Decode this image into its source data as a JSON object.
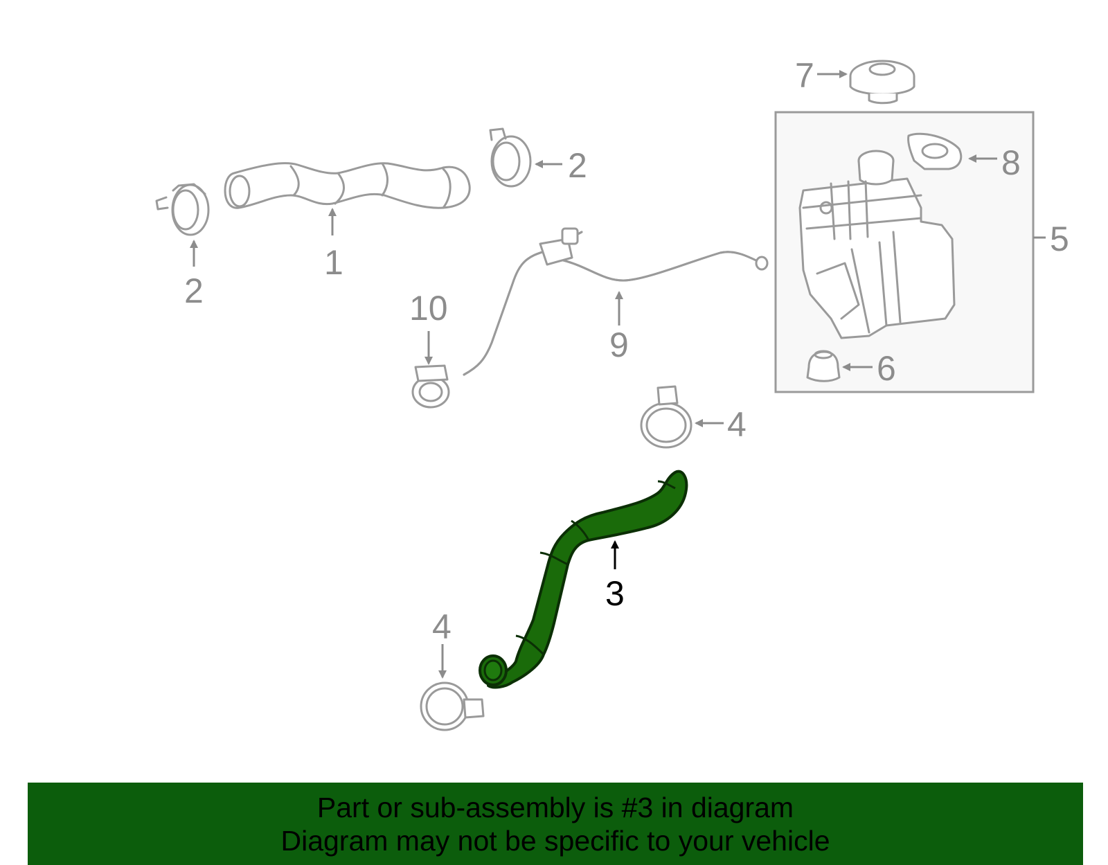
{
  "callouts": {
    "c1": "1",
    "c2a": "2",
    "c2b": "2",
    "c3": "3",
    "c4a": "4",
    "c4b": "4",
    "c5": "5",
    "c6": "6",
    "c7": "7",
    "c8": "8",
    "c9": "9",
    "c10": "10"
  },
  "highlight": {
    "part_number": "3",
    "color": "#1a6b0a",
    "outline": "#0b2f05"
  },
  "banner": {
    "line1": "Part or sub-assembly is #3 in diagram",
    "line2": "Diagram may not be specific to your vehicle",
    "color": "#0c5d0c"
  }
}
